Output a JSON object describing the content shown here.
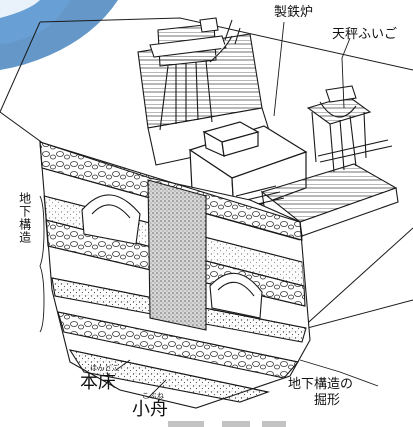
{
  "labels": {
    "furnace": "製鉄炉",
    "bellows": "天秤ふいご",
    "underground_structure": "地下構造",
    "honsho_ruby": "ほんどこ",
    "honsho": "本床",
    "kobune_ruby": "こぶね",
    "kobune": "小舟",
    "excavation_line1": "地下構造の",
    "excavation_line2": "掘形"
  },
  "colors": {
    "accent": "#4a86c0",
    "line": "#1a1a1a",
    "hatch": "#9a9a9a"
  }
}
